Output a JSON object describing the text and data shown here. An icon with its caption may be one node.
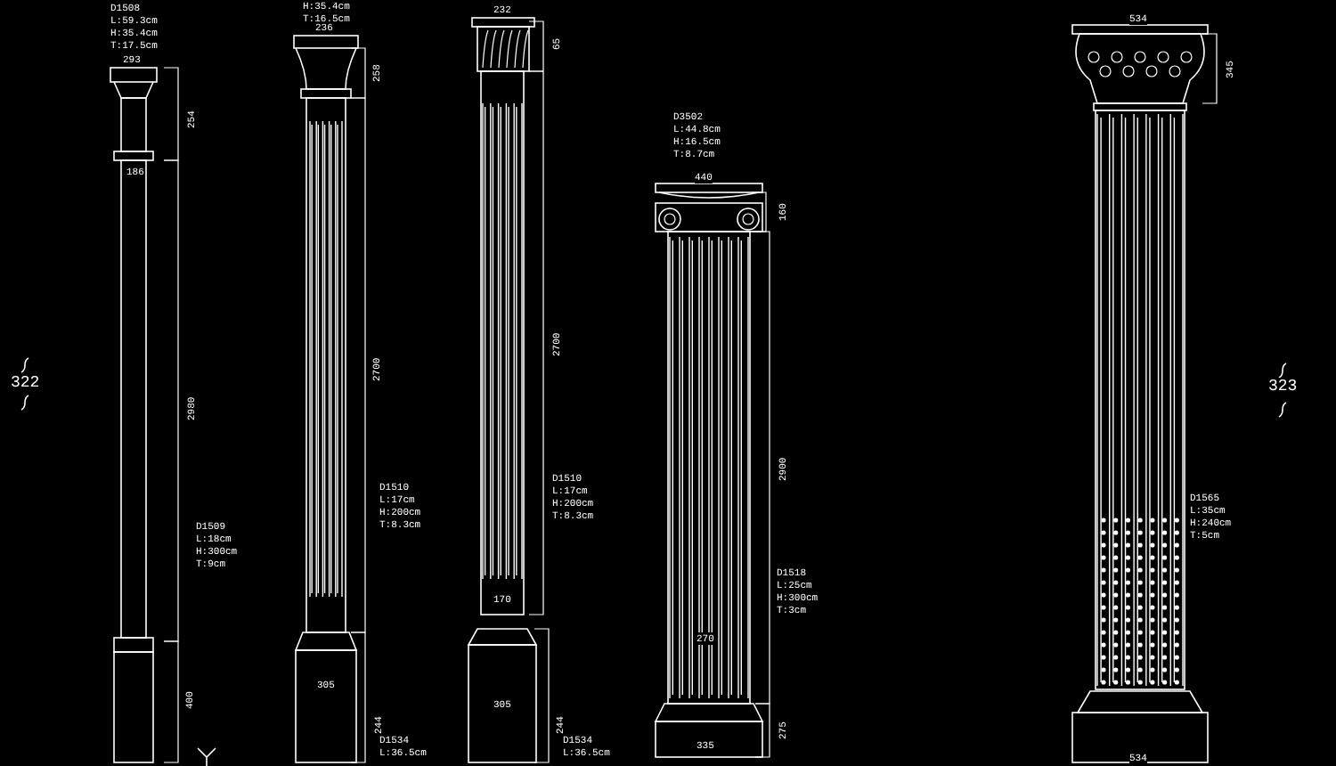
{
  "diagram": {
    "labels": [
      "322",
      "D1508 L:59.3cm H:35.4cm T:17.5cm",
      "293",
      "254",
      "186",
      "2980",
      "D1509 L:18cm H:300cm T:9cm",
      "400",
      "H:35.4cm T:16.5cm",
      "236",
      "258",
      "2700",
      "D1510 L:17cm H:200cm T:8.3cm",
      "305",
      "244",
      "D1534 L:36.5cm",
      "232",
      "65",
      "2700",
      "D1510 L:17cm H:200cm T:8.3cm",
      "170",
      "305",
      "244",
      "D1534 L:36.5cm",
      "D3502 L:44.8cm H:16.5cm T:8.7cm",
      "440",
      "160",
      "2900",
      "D1518 L:25cm H:300cm T:3cm",
      "270",
      "275",
      "335",
      "534",
      "345",
      "323",
      "D1565 L:35cm H:240cm T:5cm",
      "534"
    ]
  }
}
